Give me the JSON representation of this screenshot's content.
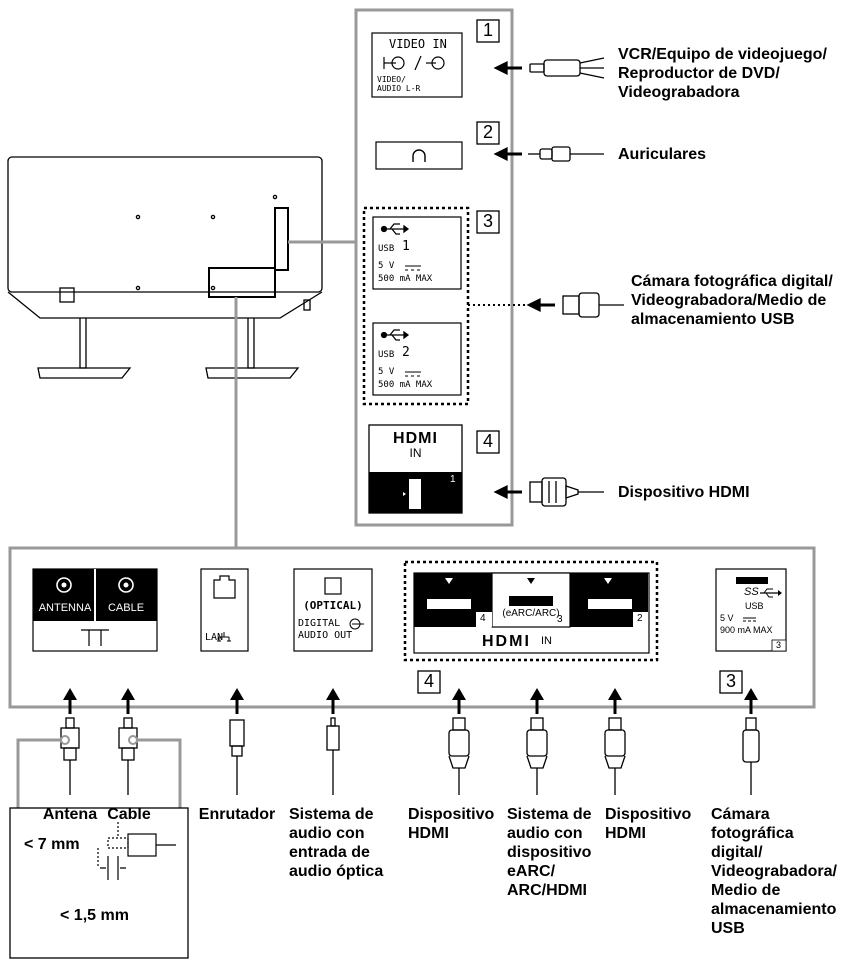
{
  "side_panel": {
    "callouts": [
      {
        "number": "1"
      },
      {
        "number": "2"
      },
      {
        "number": "3"
      },
      {
        "number": "4"
      }
    ],
    "video_in": {
      "title": "VIDEO IN",
      "sub1": "VIDEO/",
      "sub2": "AUDIO L-R"
    },
    "usb1": {
      "usb": "USB",
      "num": "1",
      "volt": "5 V",
      "ma": "500 mA MAX"
    },
    "usb2": {
      "usb": "USB",
      "num": "2",
      "volt": "5 V",
      "ma": "500 mA MAX"
    },
    "hdmi_in": {
      "logo": "HDMI",
      "in": "IN",
      "port": "1"
    }
  },
  "side_labels": {
    "vcr": "VCR/Equipo de videojuego/\nReproductor de DVD/\nVideograbadora",
    "headphones": "Auriculares",
    "camera": "Cámara fotográfica digital/\nVideograbadora/Medio de\nalmacenamiento USB",
    "hdmi_device": "Dispositivo HDMI"
  },
  "bottom_panel": {
    "antenna": "ANTENNA",
    "cable": "CABLE",
    "lan": "LAN",
    "optical": "(OPTICAL)",
    "digital": "DIGITAL",
    "audio_out": "AUDIO OUT",
    "hdmi_port_4": "4",
    "hdmi_earc": "(eARC/ARC)",
    "hdmi_port_3": "3",
    "hdmi_port_2": "2",
    "hdmi_logo": "HDMI",
    "hdmi_in": "IN",
    "usb_ss": "SS",
    "usb_label": "USB",
    "usb_volt": "5 V",
    "usb_ma": "900 mA MAX",
    "usb_num": "3",
    "callout_4": "4",
    "callout_3": "3"
  },
  "bottom_labels": {
    "antena": "Antena",
    "cable": "Cable",
    "enrutador": "Enrutador",
    "optical_system": "Sistema de\naudio con\nentrada de\naudio óptica",
    "hdmi_dev_a": "Dispositivo\nHDMI",
    "earc_system": "Sistema de\naudio con\ndispositivo\neARC/\nARC/HDMI",
    "hdmi_dev_b": "Dispositivo\nHDMI",
    "camera": "Cámara\nfotográfica\ndigital/\nVideograbadora/\nMedio de\nalmacenamiento\nUSB"
  },
  "dimensions": {
    "seven": "< 7 mm",
    "one_five": "< 1,5 mm"
  }
}
